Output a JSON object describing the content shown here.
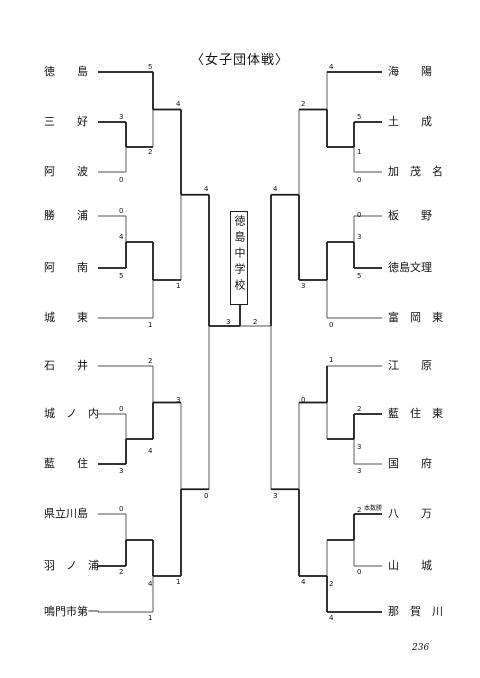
{
  "title": "〈女子団体戦〉",
  "champion": "徳島中学校",
  "page_number": "236",
  "left_teams": [
    "徳　　島",
    "三　　好",
    "阿　　波",
    "勝　　浦",
    "阿　　南",
    "城　　東",
    "石　　井",
    "城　ノ　内",
    "藍　　住",
    "県立川島",
    "羽　ノ　浦",
    "鳴門市第一"
  ],
  "right_teams": [
    "海　　陽",
    "土　　成",
    "加　茂　名",
    "板　　野",
    "徳島文理",
    "富　岡　東",
    "江　　原",
    "藍　住　東",
    "国　　府",
    "八　　万",
    "山　　城",
    "那　賀　川"
  ],
  "left_scores": {
    "r1": [
      "5",
      "3",
      "0",
      "2",
      "0",
      "4",
      "5",
      "1",
      "2",
      "0",
      "3",
      "4",
      "0",
      "2",
      "4",
      "1"
    ],
    "r2": [
      "4",
      "1",
      "3",
      "1"
    ],
    "r3": [
      "4",
      "0"
    ],
    "final": "3"
  },
  "right_scores": {
    "r1": [
      "4",
      "5",
      "1",
      "0",
      "0",
      "3",
      "5",
      "0",
      "1",
      "2",
      "3",
      "3",
      "2",
      "0",
      "2",
      "4"
    ],
    "r2": [
      "2",
      "3",
      "0",
      "4"
    ],
    "r3": [
      "4",
      "3"
    ],
    "final": "2"
  },
  "note_text": "本数勝"
}
